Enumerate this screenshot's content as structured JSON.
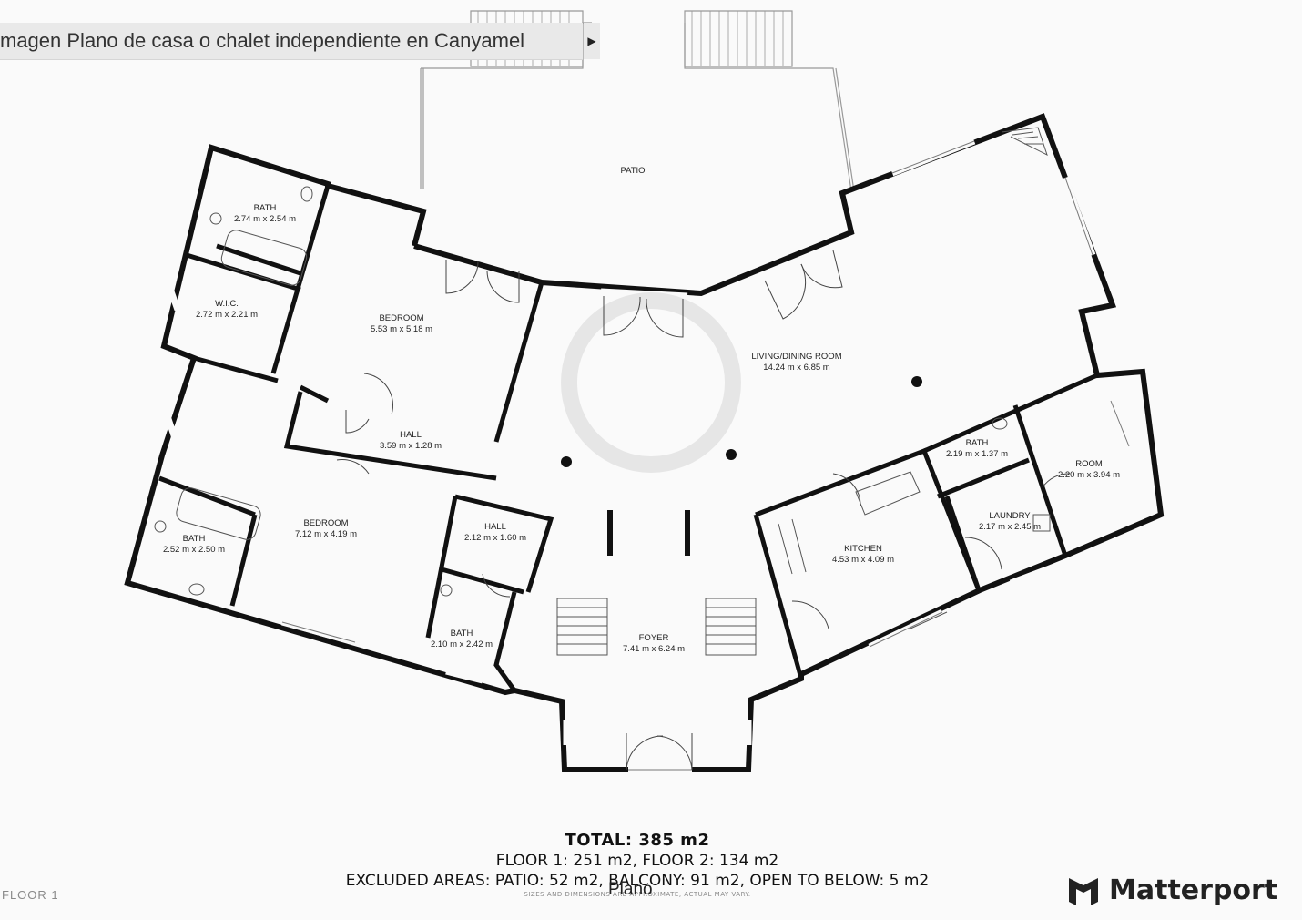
{
  "caption": {
    "text": "magen Plano de  casa o chalet independiente en Canyamel",
    "arrow_glyph": "▶"
  },
  "rooms": [
    {
      "name": "PATIO",
      "dims": ""
    },
    {
      "name": "BATH",
      "dims": "2.74 m x 2.54 m"
    },
    {
      "name": "W.I.C.",
      "dims": "2.72 m x 2.21 m"
    },
    {
      "name": "BEDROOM",
      "dims": "5.53 m x 5.18 m"
    },
    {
      "name": "LIVING/DINING ROOM",
      "dims": "14.24 m x 6.85 m"
    },
    {
      "name": "HALL",
      "dims": "3.59 m x 1.28 m"
    },
    {
      "name": "BEDROOM",
      "dims": "7.12 m x 4.19 m"
    },
    {
      "name": "BATH",
      "dims": "2.52 m x 2.50 m"
    },
    {
      "name": "HALL",
      "dims": "2.12 m x 1.60 m"
    },
    {
      "name": "BATH",
      "dims": "2.10 m x 2.42 m"
    },
    {
      "name": "FOYER",
      "dims": "7.41 m x 6.24 m"
    },
    {
      "name": "KITCHEN",
      "dims": "4.53 m x 4.09 m"
    },
    {
      "name": "BATH",
      "dims": "2.19 m x 1.37 m"
    },
    {
      "name": "LAUNDRY",
      "dims": "2.17 m x 2.45 m"
    },
    {
      "name": "ROOM",
      "dims": "2.20 m x 3.94 m"
    }
  ],
  "totals": {
    "total": "TOTAL: 385 m2",
    "floors": "FLOOR 1: 251 m2, FLOOR 2: 134 m2",
    "excluded": "EXCLUDED AREAS: PATIO: 52 m2, BALCONY: 91 m2, OPEN TO BELOW: 5 m2",
    "disclaimer": "SIZES AND DIMENSIONS ARE APPROXIMATE, ACTUAL MAY VARY."
  },
  "overlay_label": "Plano",
  "floor_label": "FLOOR 1",
  "brand": {
    "name": "Matterport",
    "icon": "matterport-logo-icon"
  },
  "colors": {
    "wall": "#111111",
    "background": "#fafafa",
    "caption_bg": "#e9e9e9"
  }
}
